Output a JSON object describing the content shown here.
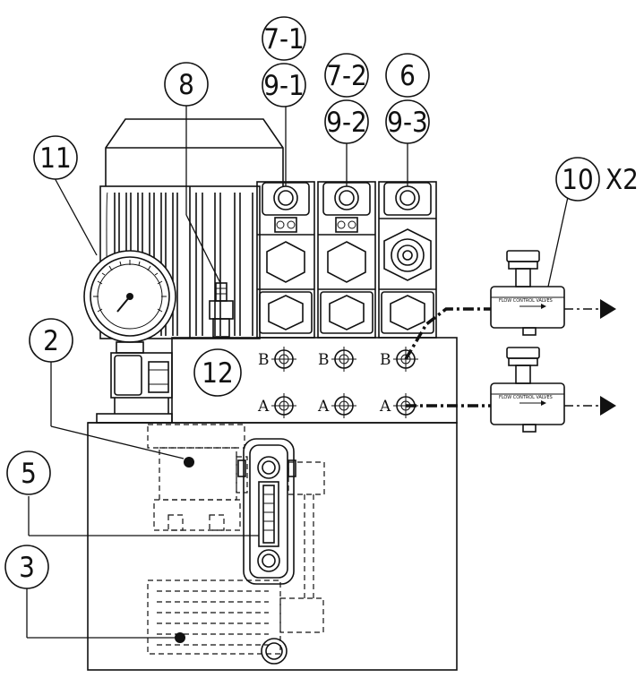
{
  "callouts": {
    "c71": "7-1",
    "c91": "9-1",
    "c72": "7-2",
    "c92": "9-2",
    "c6": "6",
    "c93": "9-3",
    "c8": "8",
    "c11": "11",
    "c10": "10",
    "c10_qty": "X2",
    "c2": "2",
    "c12": "12",
    "c5": "5",
    "c3": "3"
  },
  "ports": {
    "b": "B",
    "a": "A"
  },
  "flow_valve_text": "FLOW CONTROL VALVES",
  "colors": {
    "line": "#111111",
    "background": "#ffffff"
  }
}
